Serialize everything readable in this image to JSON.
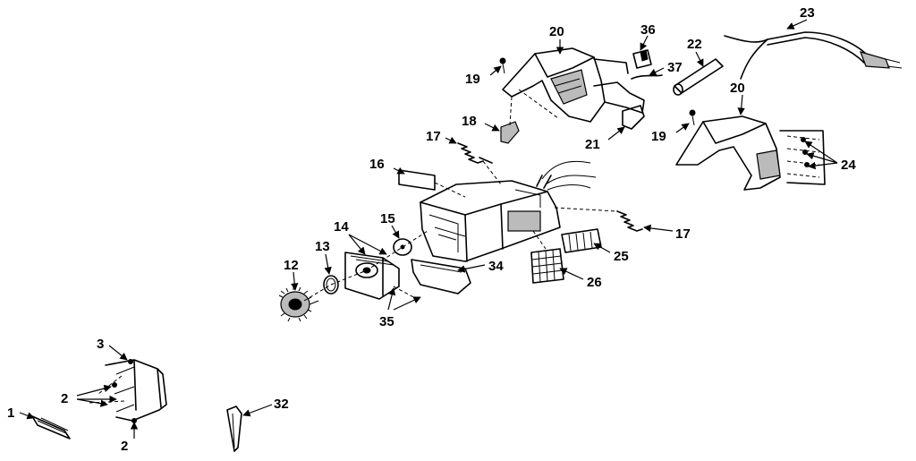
{
  "labels": {
    "l1": "1",
    "l2a": "2",
    "l2b": "2",
    "l3": "3",
    "l12": "12",
    "l13": "13",
    "l14": "14",
    "l15": "15",
    "l16": "16",
    "l17a": "17",
    "l17b": "17",
    "l18": "18",
    "l19a": "19",
    "l19b": "19",
    "l20a": "20",
    "l20b": "20",
    "l21": "21",
    "l22": "22",
    "l23": "23",
    "l24": "24",
    "l25": "25",
    "l26": "26",
    "l32": "32",
    "l34": "34",
    "l35": "35",
    "l36": "36",
    "l37": "37"
  }
}
